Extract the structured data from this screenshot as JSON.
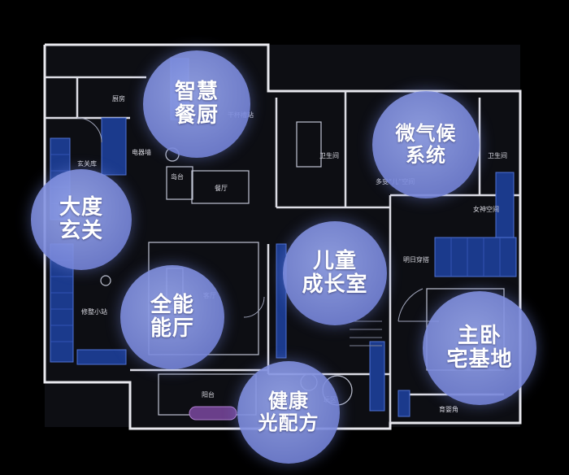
{
  "features": [
    {
      "id": "smart-kitchen",
      "line1": "智慧",
      "line2": "餐厨"
    },
    {
      "id": "micro-climate",
      "line1": "微气候",
      "line2": "系统"
    },
    {
      "id": "entrance",
      "line1": "大度",
      "line2": "玄关"
    },
    {
      "id": "kids-room",
      "line1": "儿童",
      "line2": "成长室"
    },
    {
      "id": "living-hall",
      "line1": "全能",
      "line2": "能厅"
    },
    {
      "id": "master-bedroom",
      "line1": "主卧",
      "line2": "宅基地"
    },
    {
      "id": "healthy-light",
      "line1": "健康",
      "line2": "光配方"
    }
  ],
  "rooms": {
    "kitchen": "厨房",
    "appliance_wall": "电器墙",
    "entry_closet": "玄关库",
    "island": "岛台",
    "dining": "餐厅",
    "bathroom_1": "卫生间",
    "bathroom_2": "卫生间",
    "multi_space": "多变“儿”空间",
    "goddess_bath": "女神空间",
    "wardrobe": "明日穿搭",
    "grooming": "修整小站",
    "living": "客厅",
    "balcony": "阳台",
    "play_area": "玩区",
    "nursery": "育婴角",
    "wash_station": "干杯槽站"
  }
}
